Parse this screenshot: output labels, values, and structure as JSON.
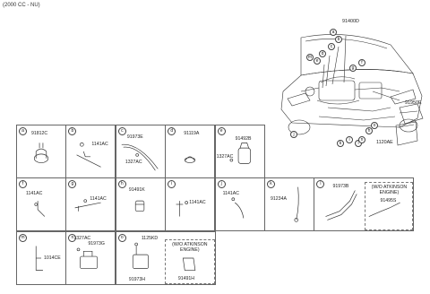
{
  "header": "(2000 CC - NU)",
  "overview": {
    "labels": {
      "harness": "91400D",
      "module": "91950E",
      "bolt": "1120AE"
    },
    "callouts": [
      "a",
      "b",
      "c",
      "d",
      "e",
      "f",
      "g",
      "h",
      "i",
      "j",
      "k",
      "l",
      "m",
      "n",
      "o"
    ]
  },
  "cells": [
    {
      "id": "a",
      "letter": "a",
      "labels": [
        "91812C"
      ]
    },
    {
      "id": "b",
      "letter": "b",
      "labels": [
        "1141AC"
      ]
    },
    {
      "id": "c",
      "letter": "c",
      "labels": [
        "91973E",
        "1327AC"
      ]
    },
    {
      "id": "d",
      "letter": "d",
      "labels": [
        "91119A"
      ]
    },
    {
      "id": "e",
      "letter": "e",
      "labels": [
        "91492B",
        "1327AC"
      ]
    },
    {
      "id": "f",
      "letter": "f",
      "labels": [
        "1141AC"
      ]
    },
    {
      "id": "g",
      "letter": "g",
      "labels": [
        "1141AC"
      ]
    },
    {
      "id": "h",
      "letter": "h",
      "labels": [
        "91491K"
      ]
    },
    {
      "id": "i",
      "letter": "i",
      "labels": [
        "1141AC"
      ]
    },
    {
      "id": "j",
      "letter": "j",
      "labels": [
        "1141AC"
      ]
    },
    {
      "id": "k",
      "letter": "k",
      "labels": [
        "91234A"
      ]
    },
    {
      "id": "l",
      "letter": "l",
      "labels": [
        "91973B",
        "91495S"
      ],
      "note": "(W/O ATKINSON\nENGINE)"
    },
    {
      "id": "m",
      "letter": "m",
      "labels": [
        "1014CE"
      ]
    },
    {
      "id": "n",
      "letter": "n",
      "labels": [
        "1327AC",
        "91973G"
      ]
    },
    {
      "id": "o",
      "letter": "o",
      "labels": [
        "1125KD",
        "91973H",
        "91491H"
      ],
      "note": "(W/O ATKINSON\nENGINE)"
    }
  ]
}
